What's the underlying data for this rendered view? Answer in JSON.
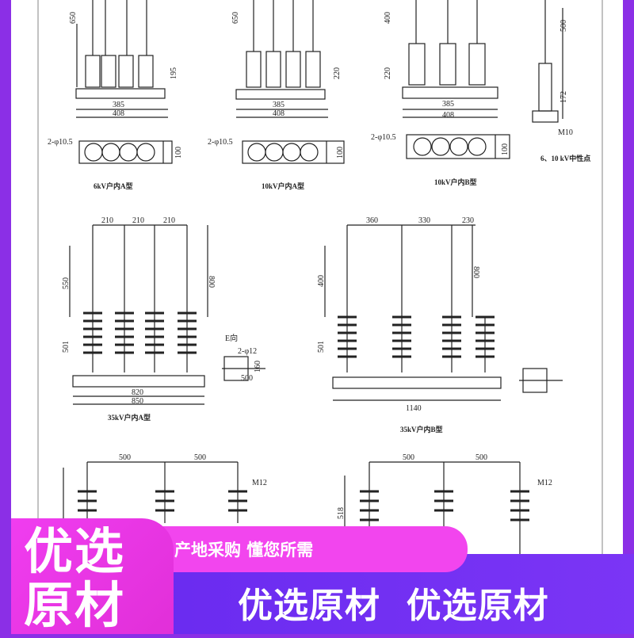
{
  "drawing": {
    "top_row": {
      "a": {
        "dims": [
          "650",
          "195",
          "385",
          "408",
          "2-φ10.5",
          "100"
        ],
        "caption": "6kV户内A型"
      },
      "b": {
        "dims": [
          "650",
          "220",
          "385",
          "408",
          "2-φ10.5",
          "100"
        ],
        "caption": "10kV户内A型"
      },
      "c": {
        "dims": [
          "400",
          "220",
          "385",
          "408",
          "2-φ10.5",
          "100"
        ],
        "caption": "10kV户内B型"
      },
      "d": {
        "dims": [
          "500",
          "172",
          "M10"
        ],
        "caption": "6、10 kV中性点"
      }
    },
    "middle_row": {
      "a": {
        "dims": [
          "210",
          "210",
          "210",
          "550",
          "800",
          "501",
          "820",
          "850"
        ],
        "caption": "35kV户内A型"
      },
      "b": {
        "dims": [
          "360",
          "330",
          "230",
          "400",
          "800",
          "501",
          "1140"
        ],
        "caption": "35kV户内B型"
      },
      "detail": {
        "title": "E向",
        "hole": "2-φ12",
        "dims": [
          "160",
          "500"
        ]
      }
    },
    "bottom_row": {
      "a": {
        "dims": [
          "500",
          "500",
          "M12"
        ]
      },
      "b": {
        "dims": [
          "500",
          "500",
          "518",
          "M12"
        ]
      }
    }
  },
  "banner": {
    "left_line1": "优选",
    "left_line2": "原材",
    "tagline": "产地采购 懂您所需",
    "main": "优选原材  优选原材"
  },
  "colors": {
    "frame": "#8b2fe6",
    "pink": "#f245ee",
    "purple": "#6a2bf0"
  }
}
